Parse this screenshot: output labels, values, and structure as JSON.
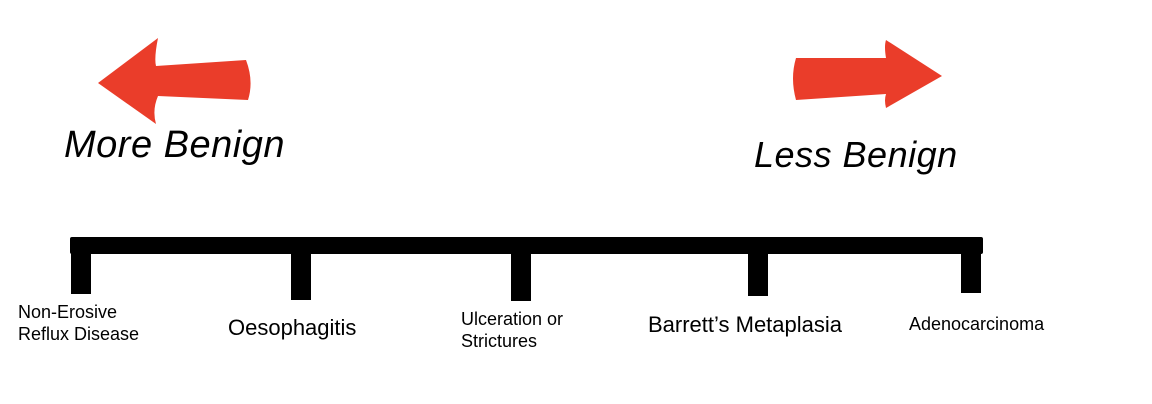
{
  "legend": {
    "left": {
      "label": "More Benign",
      "arrow_icon": "red-left-arrow",
      "color": "#ea3d2a"
    },
    "right": {
      "label": "Less Benign",
      "arrow_icon": "red-right-arrow",
      "color": "#ea3d2a"
    }
  },
  "scale": {
    "stages": [
      {
        "label_line1": "Non-Erosive",
        "label_line2": "Reflux Disease"
      },
      {
        "label_line1": "Oesophagitis",
        "label_line2": ""
      },
      {
        "label_line1": "Ulceration or",
        "label_line2": "Strictures"
      },
      {
        "label_line1": "Barrett’s Metaplasia",
        "label_line2": ""
      },
      {
        "label_line1": "Adenocarcinoma",
        "label_line2": ""
      }
    ]
  }
}
